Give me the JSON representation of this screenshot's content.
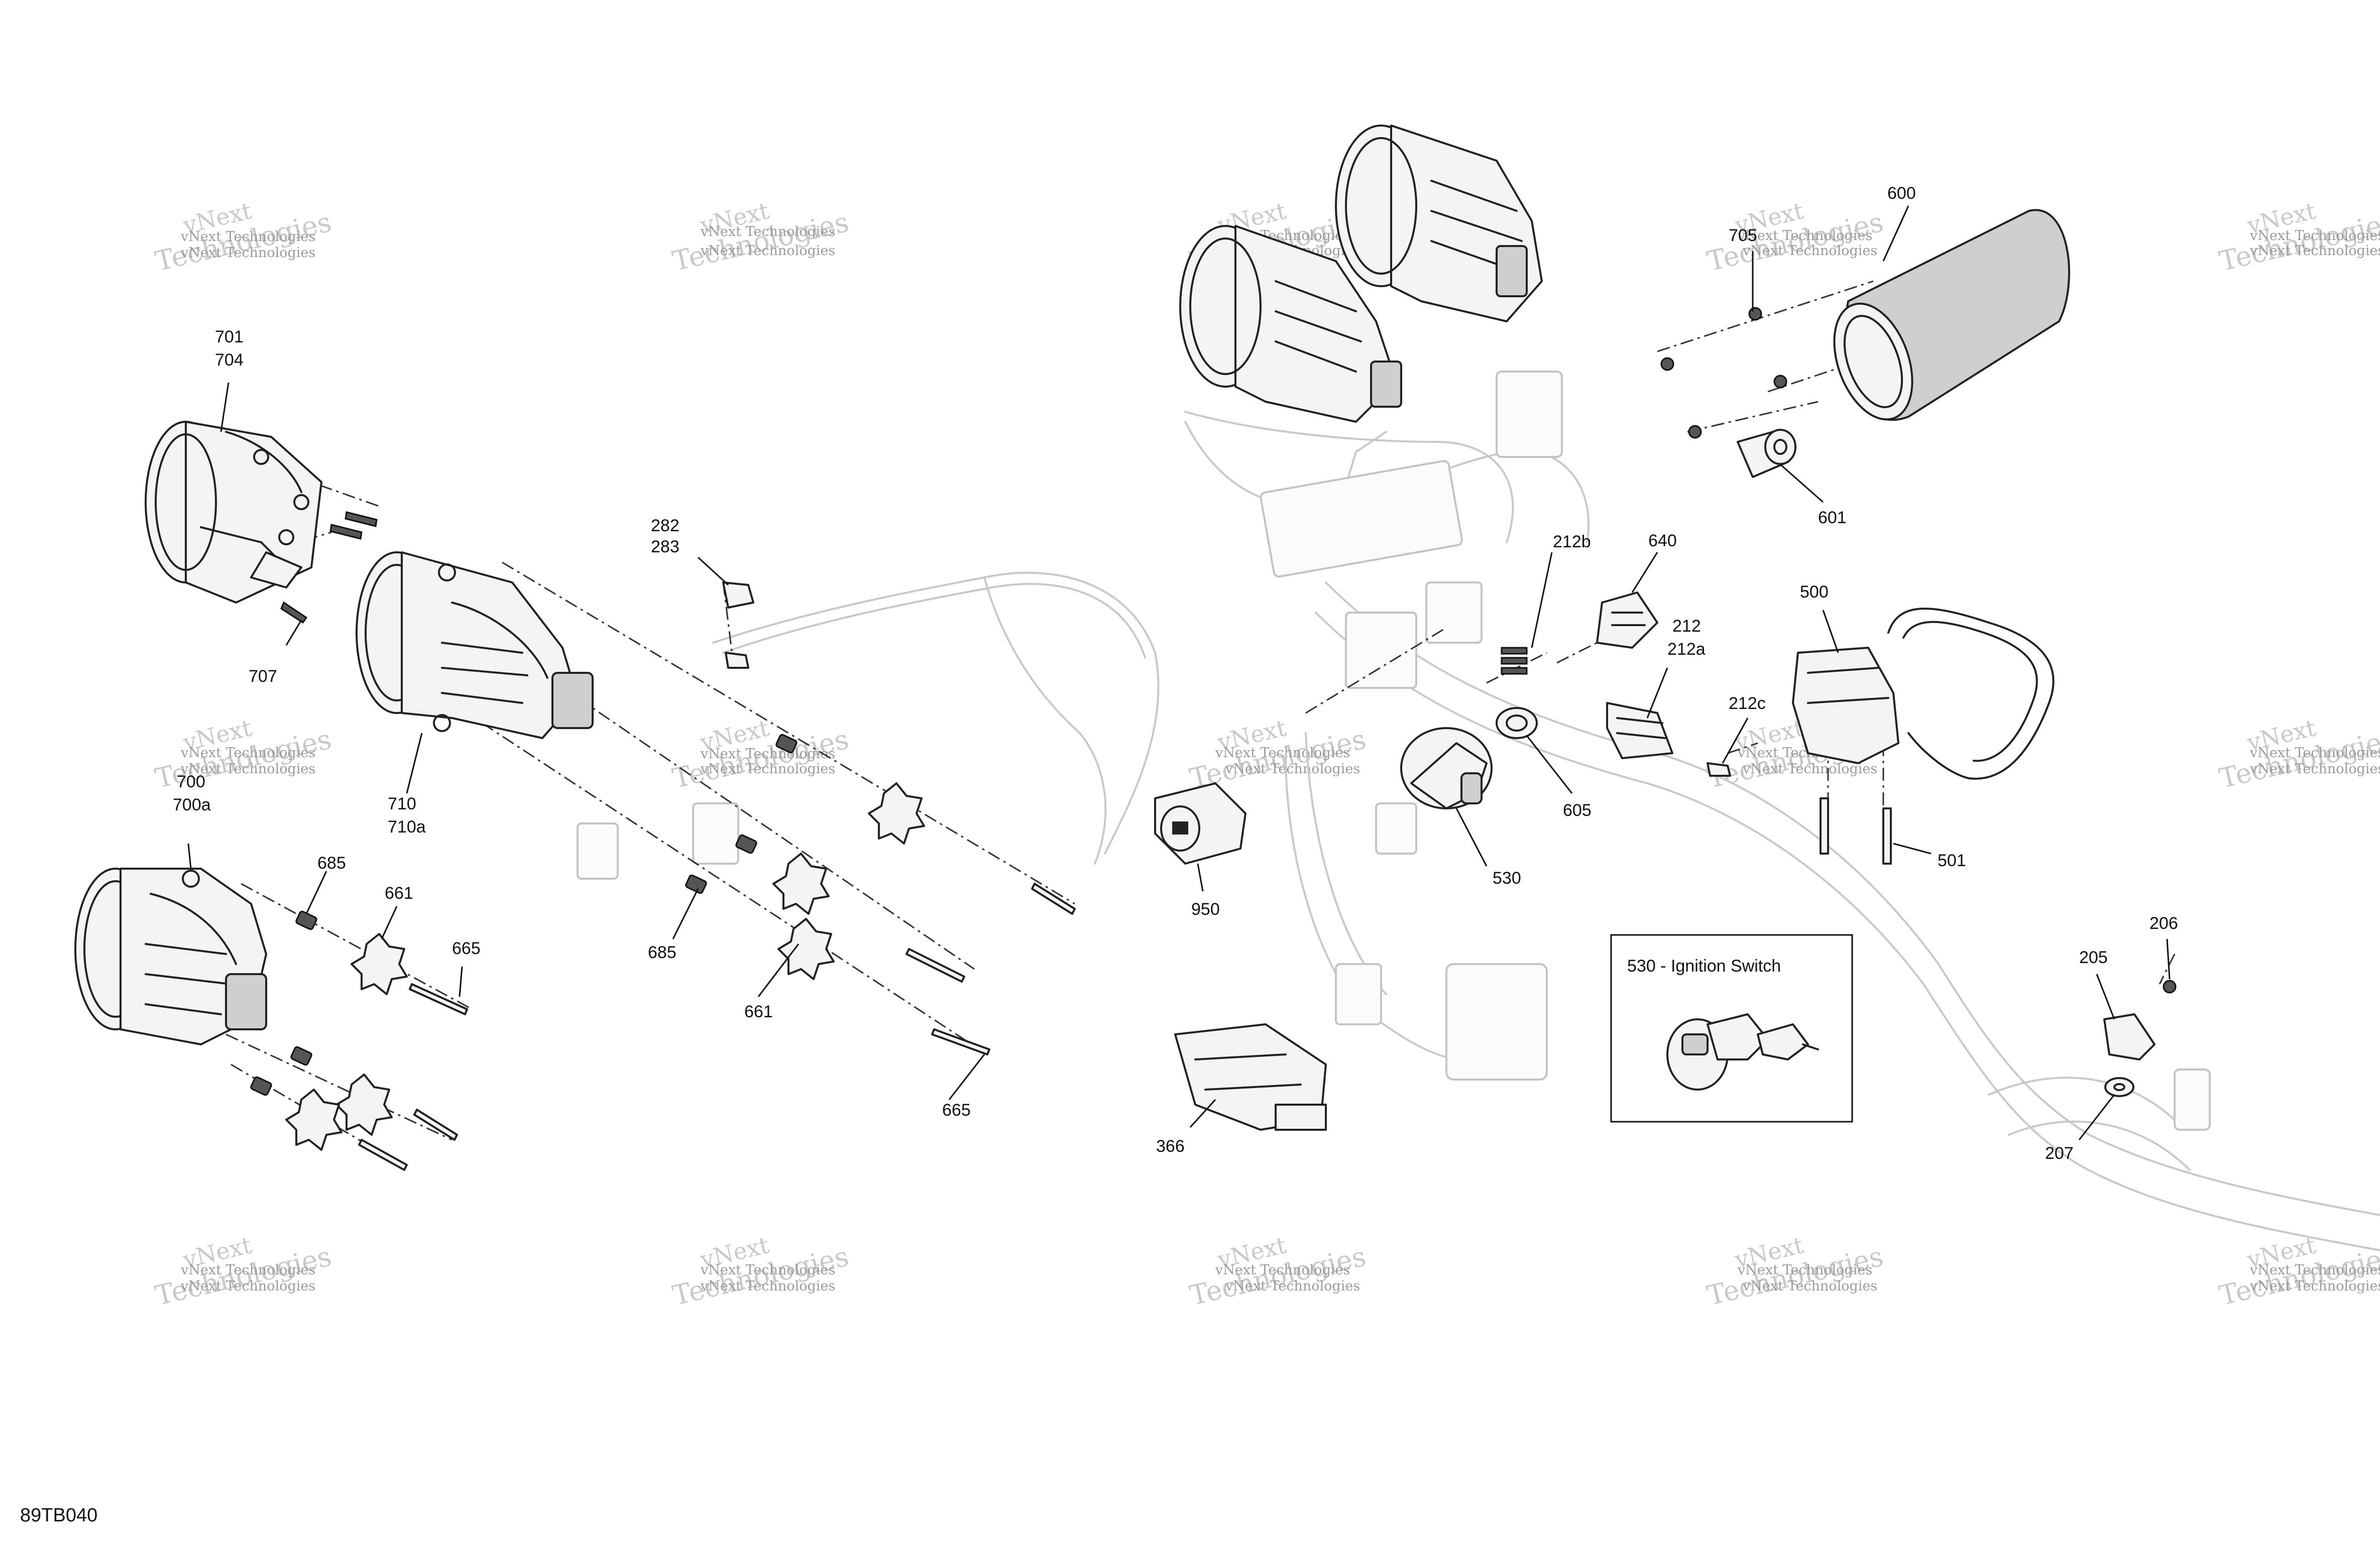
{
  "diagram_code": "89TB040",
  "inset": {
    "title": "530 - Ignition Switch"
  },
  "callouts": {
    "c701": "701",
    "c704": "704",
    "c707": "707",
    "c710": "710",
    "c710a": "710a",
    "c700": "700",
    "c700a": "700a",
    "c685_left": "685",
    "c661_left": "661",
    "c665_left": "665",
    "c685_mid": "685",
    "c661_mid": "661",
    "c665_mid": "665",
    "c282": "282",
    "c283": "283",
    "c950": "950",
    "c530": "530",
    "c605": "605",
    "c212b": "212b",
    "c640": "640",
    "c212": "212",
    "c212a": "212a",
    "c212c": "212c",
    "c500": "500",
    "c501": "501",
    "c600": "600",
    "c705": "705",
    "c601": "601",
    "c366": "366",
    "c205": "205",
    "c206": "206",
    "c207": "207"
  },
  "watermark": {
    "line1": "vNext",
    "line2": "Technologies",
    "caption": "vNext Technologies"
  }
}
